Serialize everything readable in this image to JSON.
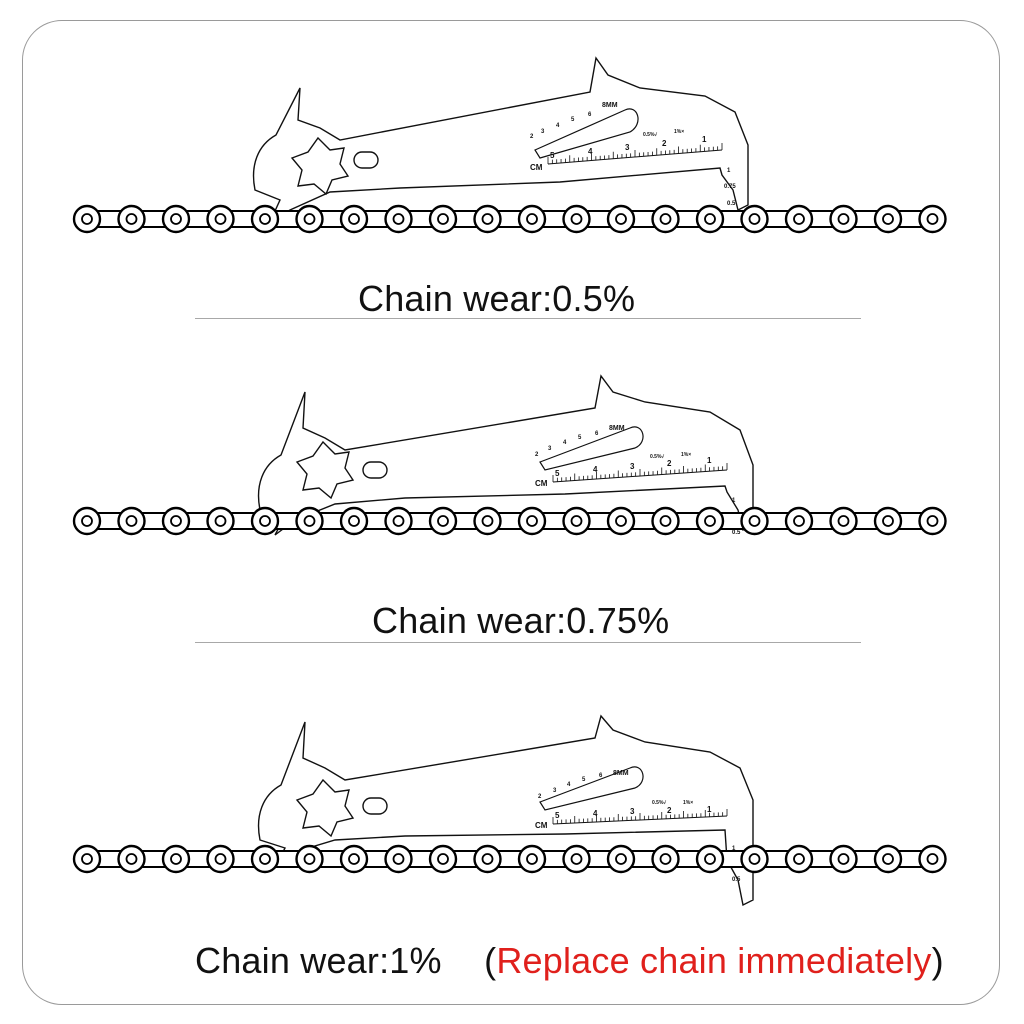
{
  "colors": {
    "frame": "#9a9a9a",
    "text": "#111111",
    "warning": "#e0201c",
    "chain_stroke": "#000000"
  },
  "tool_markings": {
    "unit_cm": "CM",
    "unit_mm": "8MM",
    "cm_numbers": [
      "5",
      "4",
      "3",
      "2",
      "1"
    ],
    "mm_numbers": [
      "2",
      "3",
      "4",
      "5",
      "6"
    ],
    "gauge_05": "0.5%√",
    "gauge_1": "1%×",
    "hook_1": "1",
    "hook_075": "0.75",
    "hook_05": "0.5"
  },
  "panels": [
    {
      "id": "wear-05",
      "caption_main": "Chain wear:0.5%",
      "hook_position": "0.5",
      "link_count": 20
    },
    {
      "id": "wear-075",
      "caption_main": "Chain wear:0.75%",
      "hook_position": "0.75",
      "link_count": 20
    },
    {
      "id": "wear-1",
      "caption_main": "Chain wear:1%",
      "caption_paren_open": "(",
      "caption_warning": "Replace chain immediately",
      "caption_paren_close": ")",
      "hook_position": "1",
      "link_count": 20
    }
  ]
}
